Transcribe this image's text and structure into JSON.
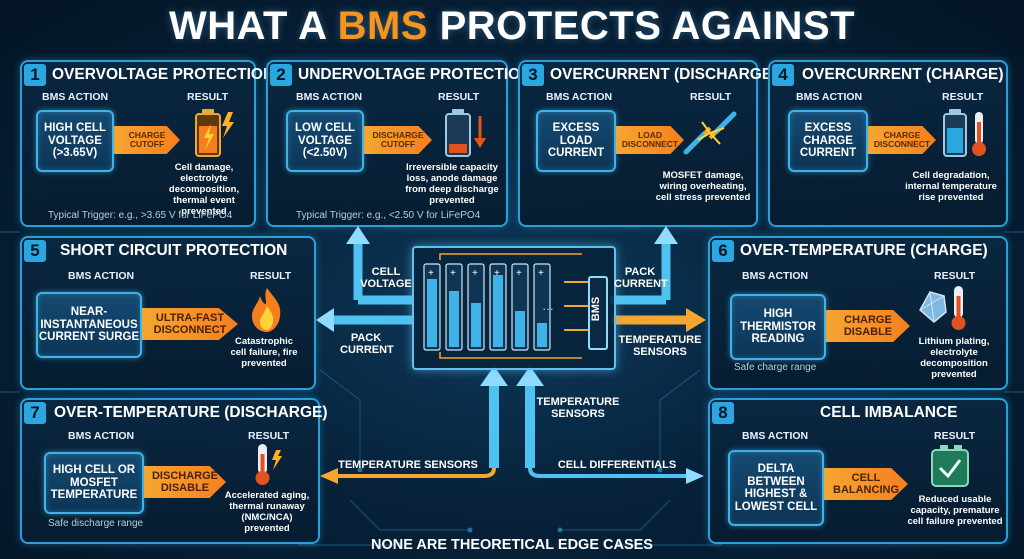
{
  "title": {
    "pre": "WHAT A ",
    "highlight": "BMS",
    "post": " PROTECTS AGAINST"
  },
  "labels": {
    "action": "BMS ACTION",
    "result": "RESULT"
  },
  "panels": [
    {
      "num": "1",
      "title": "OVERVOLTAGE PROTECTION",
      "condition": "HIGH CELL\nVOLTAGE\n(>3.65V)",
      "action": "CHARGE\nCUTOFF",
      "result": "Cell damage,\nelectrolyte decomposition,\nthermal event\nprevented",
      "note": "Typical Trigger: e.g., >3.65 V for LiFePO4"
    },
    {
      "num": "2",
      "title": "UNDERVOLTAGE PROTECTION",
      "condition": "LOW CELL\nVOLTAGE\n(<2.50V)",
      "action": "DISCHARGE\nCUTOFF",
      "result": "Irreversible capacity\nloss, anode damage\nfrom deep discharge\nprevented",
      "note": "Typical Trigger: e.g., <2.50 V for LiFePO4"
    },
    {
      "num": "3",
      "title": "OVERCURRENT (DISCHARGE)",
      "condition": "EXCESS\nLOAD\nCURRENT",
      "action": "LOAD\nDISCONNECT",
      "result": "MOSFET damage,\nwiring overheating,\ncell stress prevented"
    },
    {
      "num": "4",
      "title": "OVERCURRENT (CHARGE)",
      "condition": "EXCESS\nCHARGE\nCURRENT",
      "action": "CHARGE\nDISCONNECT",
      "result": "Cell degradation,\ninternal temperature\nrise prevented"
    },
    {
      "num": "5",
      "title": "SHORT CIRCUIT PROTECTION",
      "condition": "NEAR-\nINSTANTANEOUS\nCURRENT SURGE",
      "action": "ULTRA-FAST\nDISCONNECT",
      "result": "Catastrophic\ncell failure, fire\nprevented"
    },
    {
      "num": "6",
      "title": "OVER-TEMPERATURE (CHARGE)",
      "condition": "HIGH\nTHERMISTOR\nREADING",
      "action": "CHARGE\nDISABLE",
      "result": "Lithium plating,\nelectrolyte\ndecomposition\nprevented",
      "note": "Safe charge range"
    },
    {
      "num": "7",
      "title": "OVER-TEMPERATURE (DISCHARGE)",
      "condition": "HIGH CELL OR\nMOSFET\nTEMPERATURE",
      "action": "DISCHARGE\nDISABLE",
      "result": "Accelerated aging,\nthermal runaway\n(NMC/NCA) prevented",
      "note": "Safe discharge range"
    },
    {
      "num": "8",
      "title": "CELL IMBALANCE",
      "condition": "DELTA\nBETWEEN\nHIGHEST &\nLOWEST CELL",
      "action": "CELL\nBALANCING",
      "result": "Reduced usable\ncapacity, premature\ncell failure prevented"
    }
  ],
  "center": {
    "bms_label": "BMS",
    "flows": {
      "cell_voltage": "CELL\nVOLTAGE",
      "pack_current_right": "PACK\nCURRENT",
      "pack_current_left": "PACK\nCURRENT",
      "temperature_sensors_right": "TEMPERATURE\nSENSORS",
      "temperature_sensors_bottom": "TEMPERATURE\nSENSORS",
      "temperature_sensors_long": "TEMPERATURE SENSORS",
      "cell_differentials": "CELL DIFFERENTIALS"
    }
  },
  "footer": "NONE ARE THEORETICAL EDGE CASES",
  "colors": {
    "accent_orange": "#f7941d",
    "panel_border": "#2a9fd8",
    "background": "#062036"
  }
}
